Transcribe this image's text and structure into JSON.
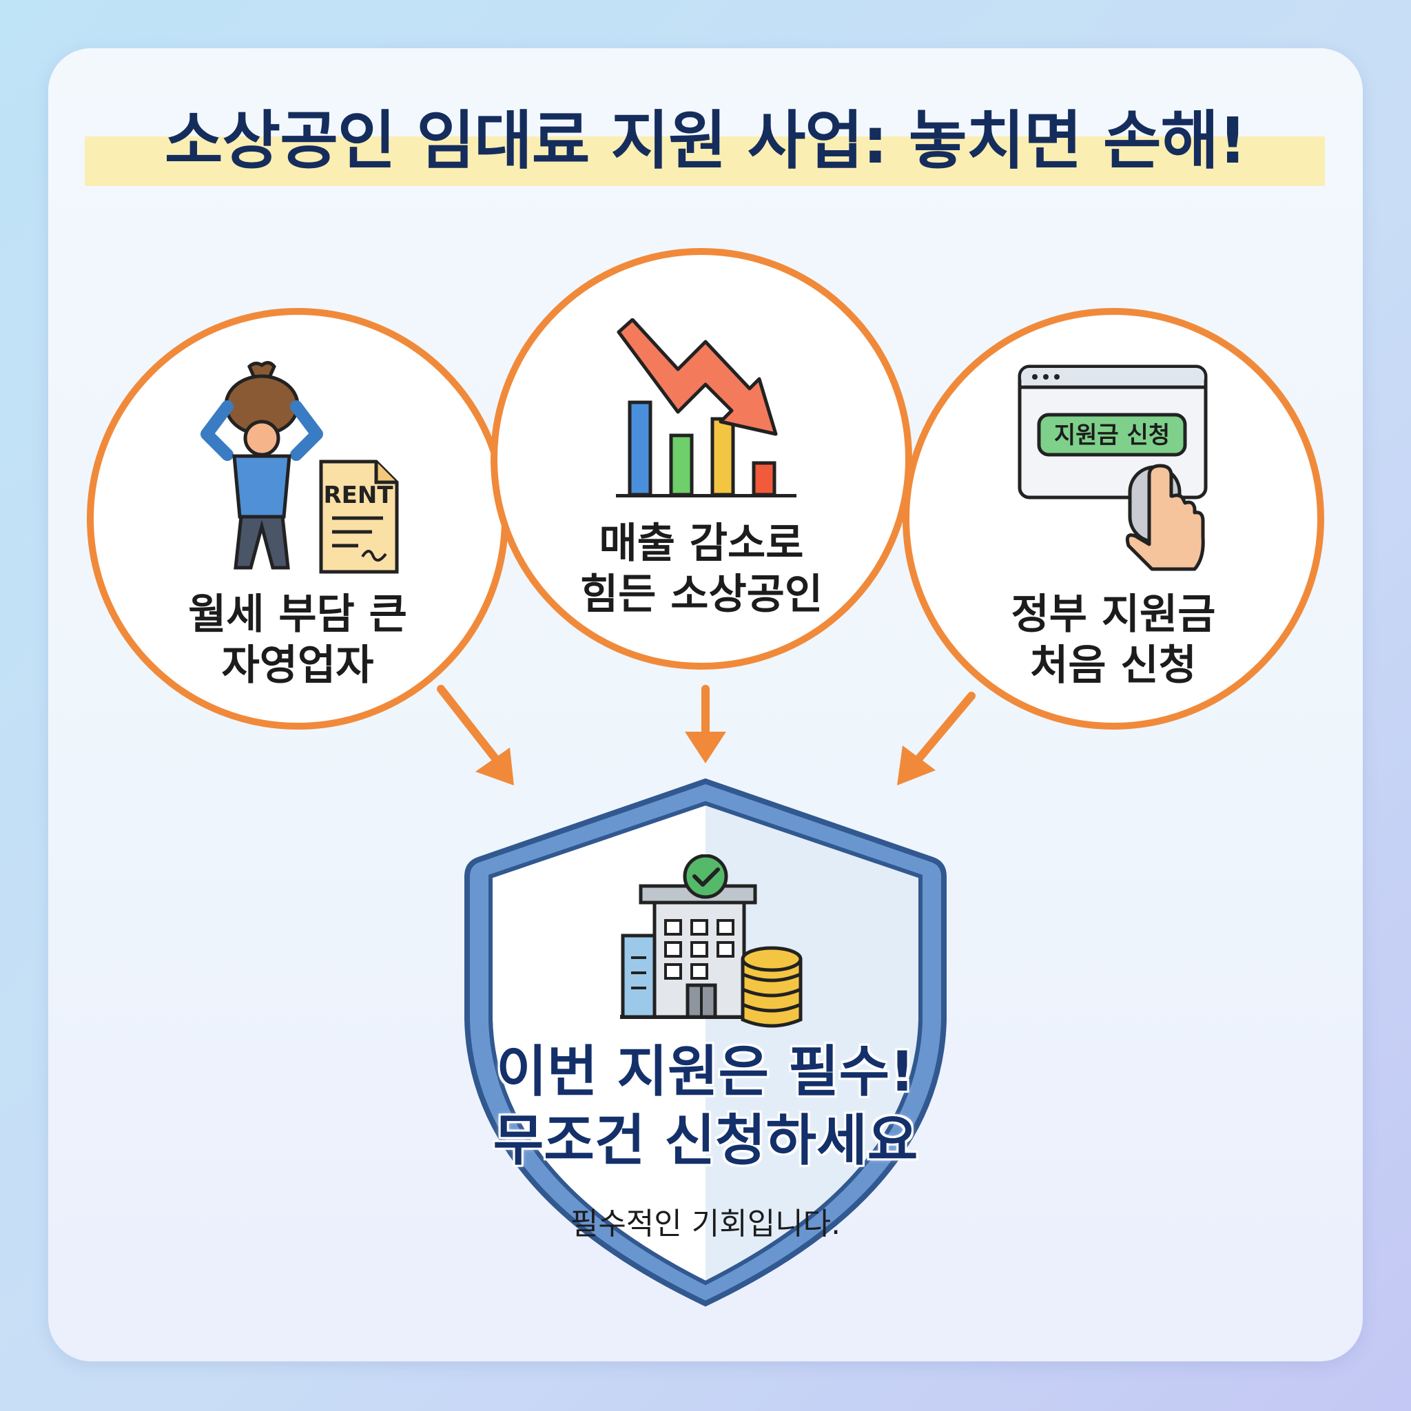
{
  "title": "소상공인 임대료 지원 사업: 놓치면 손해!",
  "circles": [
    {
      "line1": "월세 부담 큰",
      "line2": "자영업자",
      "icon": "rent-burden-icon",
      "icon_text": "RENT"
    },
    {
      "line1": "매출 감소로",
      "line2": "힘든 소상공인",
      "icon": "sales-decline-chart-icon"
    },
    {
      "line1": "정부 지원금",
      "line2": "처음 신청",
      "icon": "apply-click-icon",
      "button_text": "지원금 신청"
    }
  ],
  "shield": {
    "icon": "building-coins-check-icon",
    "headline_line1": "이번 지원은 필수!",
    "headline_line2": "무조건 신청하세요",
    "subtext": "필수적인 기회입니다."
  },
  "colors": {
    "accent_orange": "#f08a3a",
    "title_navy": "#152d5c",
    "title_highlight": "#fbeeb2",
    "shield_blue": "#4f7fc0"
  }
}
